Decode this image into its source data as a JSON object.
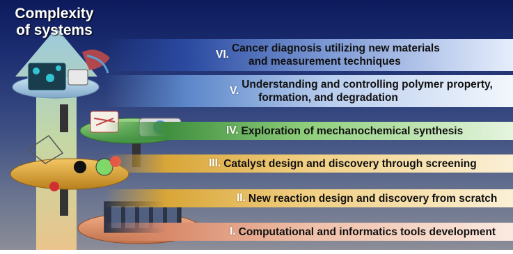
{
  "title_line1": "Complexity",
  "title_line2": "of systems",
  "levels": [
    {
      "num": "VI.",
      "line1": "Cancer diagnosis utilizing new materials",
      "line2": "and measurement techniques",
      "color": "#2a4aa0"
    },
    {
      "num": "V.",
      "line1": "Understanding and controlling polymer property,",
      "line2": "formation, and degradation",
      "color": "#5b86c9"
    },
    {
      "num": "IV.",
      "line1": "Exploration of mechanochemical synthesis",
      "color": "#3f8f3f"
    },
    {
      "num": "III.",
      "line1": "Catalyst design and discovery through screening",
      "color": "#d8a537"
    },
    {
      "num": "II.",
      "line1": "New reaction design and discovery from scratch",
      "color": "#d8a537"
    },
    {
      "num": "I.",
      "line1": "Computational and informatics tools development",
      "color": "#d8896a"
    }
  ]
}
